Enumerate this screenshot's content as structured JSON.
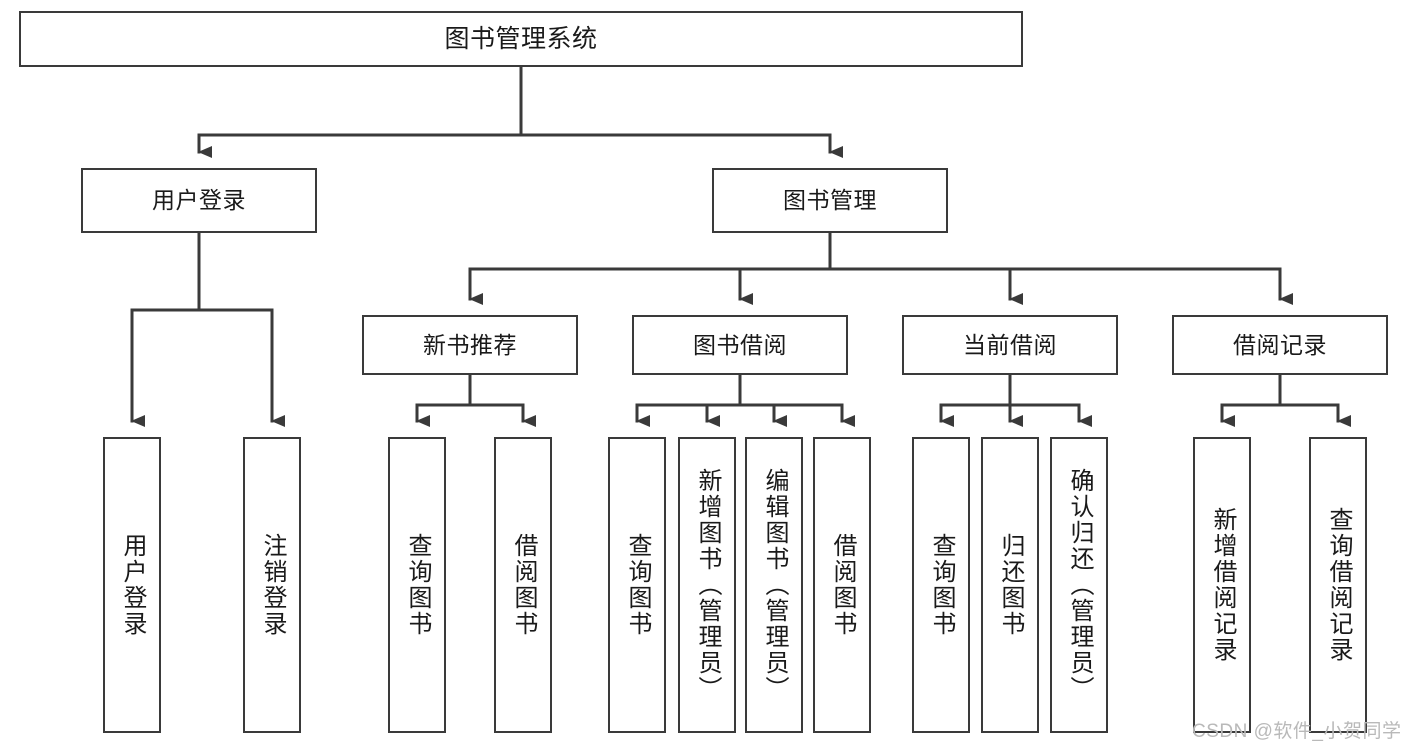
{
  "diagram": {
    "title": "图书管理系统",
    "watermark": "CSDN @软件_小贺同学",
    "line_color": "#3a3a3a",
    "box_fill": "#ffffff",
    "text_color": "#1a1a1a",
    "watermark_color": "#b9b9b9",
    "levels": {
      "level1": [
        {
          "id": "root",
          "label": "图书管理系统"
        }
      ],
      "level2": [
        {
          "id": "user-login",
          "label": "用户登录"
        },
        {
          "id": "book-management",
          "label": "图书管理"
        }
      ],
      "level3": [
        {
          "id": "new-book-recommend",
          "label": "新书推荐"
        },
        {
          "id": "book-borrow",
          "label": "图书借阅"
        },
        {
          "id": "current-borrow",
          "label": "当前借阅"
        },
        {
          "id": "borrow-record",
          "label": "借阅记录"
        }
      ],
      "leaves": {
        "user-login": [
          {
            "id": "leaf-user-login",
            "label": "用户登录"
          },
          {
            "id": "leaf-logout",
            "label": "注销登录"
          }
        ],
        "new-book-recommend": [
          {
            "id": "leaf-query-book-1",
            "label": "查询图书"
          },
          {
            "id": "leaf-borrow-book-1",
            "label": "借阅图书"
          }
        ],
        "book-borrow": [
          {
            "id": "leaf-query-book-2",
            "label": "查询图书"
          },
          {
            "id": "leaf-add-book",
            "label": "新增图书（管理员）"
          },
          {
            "id": "leaf-edit-book",
            "label": "编辑图书（管理员）"
          },
          {
            "id": "leaf-borrow-book-2",
            "label": "借阅图书"
          }
        ],
        "current-borrow": [
          {
            "id": "leaf-query-book-3",
            "label": "查询图书"
          },
          {
            "id": "leaf-return-book",
            "label": "归还图书"
          },
          {
            "id": "leaf-confirm-return",
            "label": "确认归还（管理员）"
          }
        ],
        "borrow-record": [
          {
            "id": "leaf-add-record",
            "label": "新增借阅记录"
          },
          {
            "id": "leaf-query-record",
            "label": "查询借阅记录"
          }
        ]
      }
    }
  }
}
